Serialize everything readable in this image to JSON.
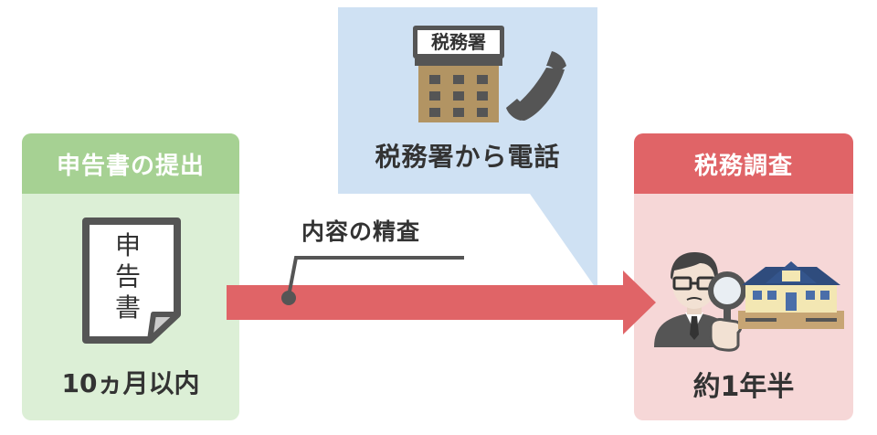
{
  "left_box": {
    "title": "申告書の提出",
    "document_label": [
      "申",
      "告",
      "書"
    ],
    "value": "10ヵ月以内"
  },
  "arrow": {
    "label": "内容の精査"
  },
  "callout": {
    "building_sign": "税務署",
    "text": "税務署から電話"
  },
  "right_box": {
    "title": "税務調査",
    "value": "約1年半"
  },
  "colors": {
    "green_header": "#a6d193",
    "green_body": "#dcefd6",
    "red_header": "#e06467",
    "red_body": "#f6d7d7",
    "arrow": "#e06467",
    "callout": "#cfe1f3",
    "building": "#b29463"
  },
  "icons": [
    "document-icon",
    "tax-office-building-icon",
    "telephone-icon",
    "inspector-person-icon",
    "magnifier-icon",
    "house-icon"
  ]
}
